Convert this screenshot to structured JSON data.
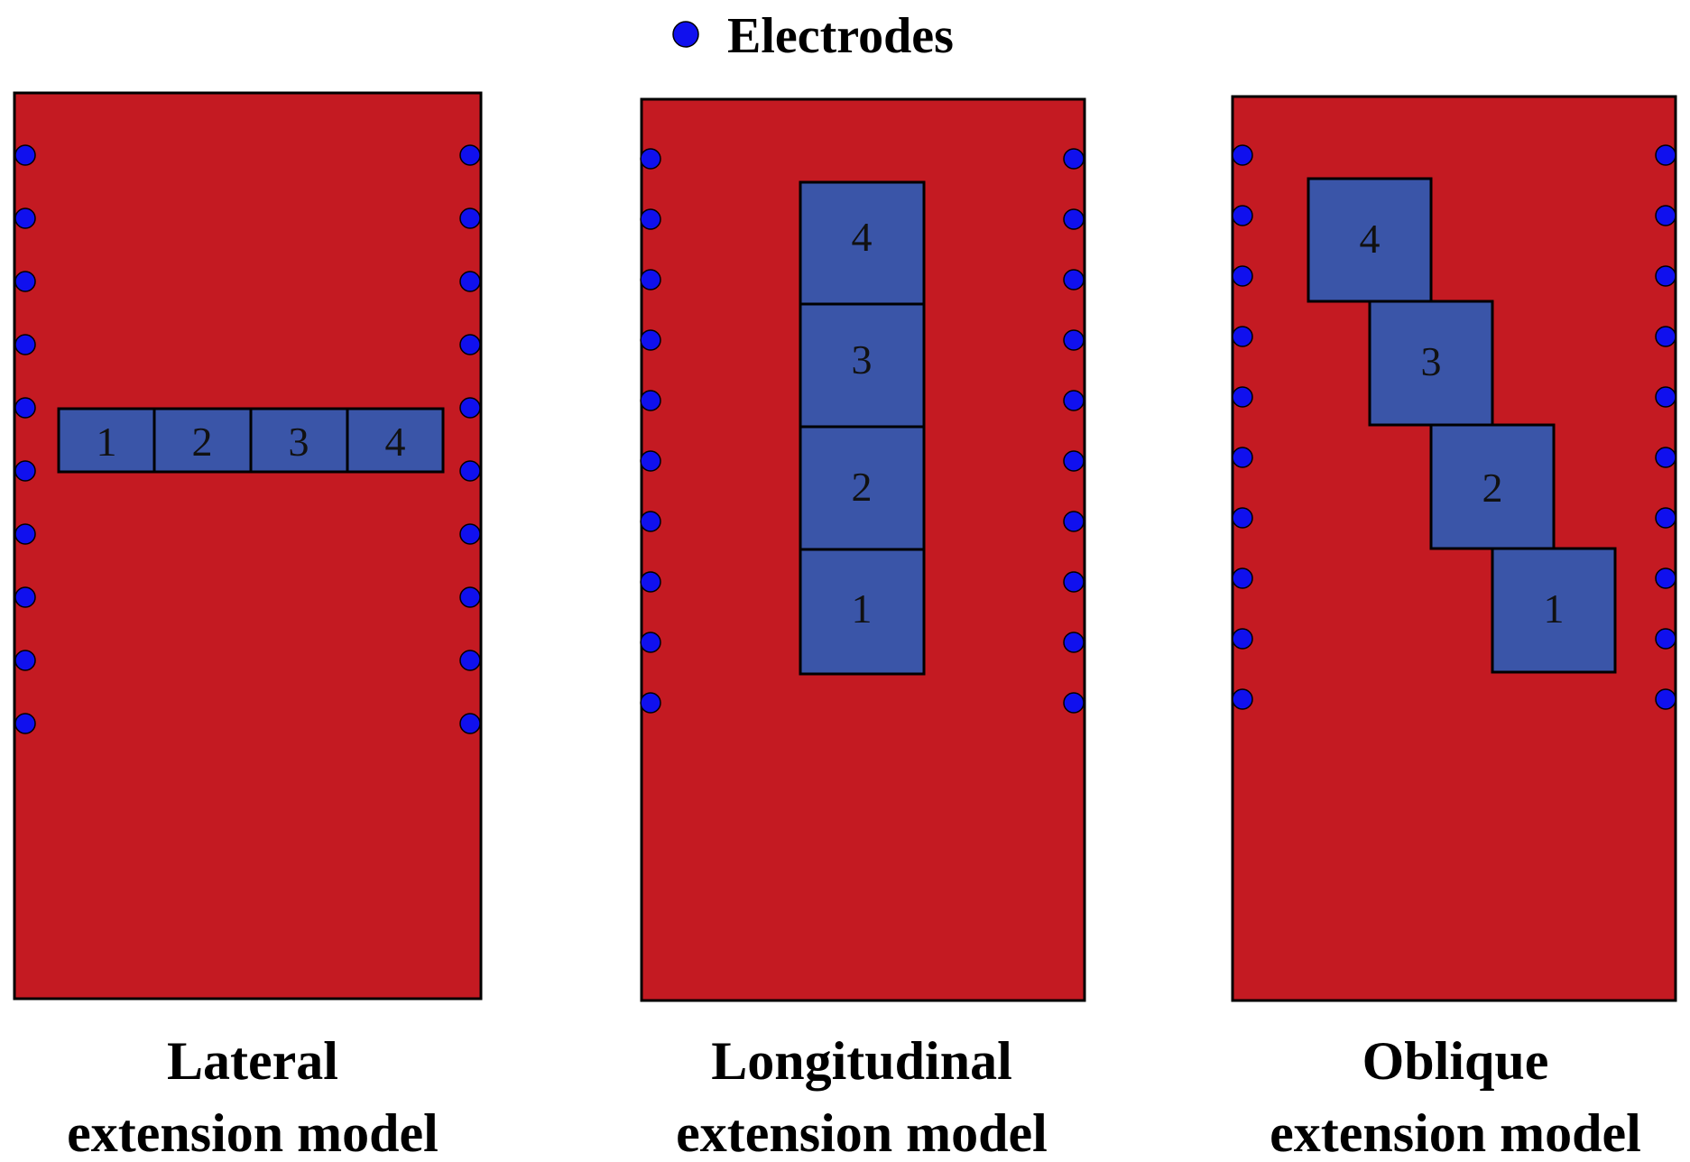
{
  "legend": {
    "label": "Electrodes",
    "icon": "electrode-dot-icon"
  },
  "colors": {
    "panel": "#c41a22",
    "block": "#3a55a8",
    "electrode": "#1010ee",
    "outline": "#000000"
  },
  "panels": [
    {
      "id": "lateral",
      "caption_line1": "Lateral",
      "caption_line2": "extension model",
      "blocks": [
        "1",
        "2",
        "3",
        "4"
      ]
    },
    {
      "id": "longitudinal",
      "caption_line1": "Longitudinal",
      "caption_line2": "extension model",
      "blocks": [
        "4",
        "3",
        "2",
        "1"
      ]
    },
    {
      "id": "oblique",
      "caption_line1": "Oblique",
      "caption_line2": "extension model",
      "blocks": [
        "4",
        "3",
        "2",
        "1"
      ]
    }
  ]
}
